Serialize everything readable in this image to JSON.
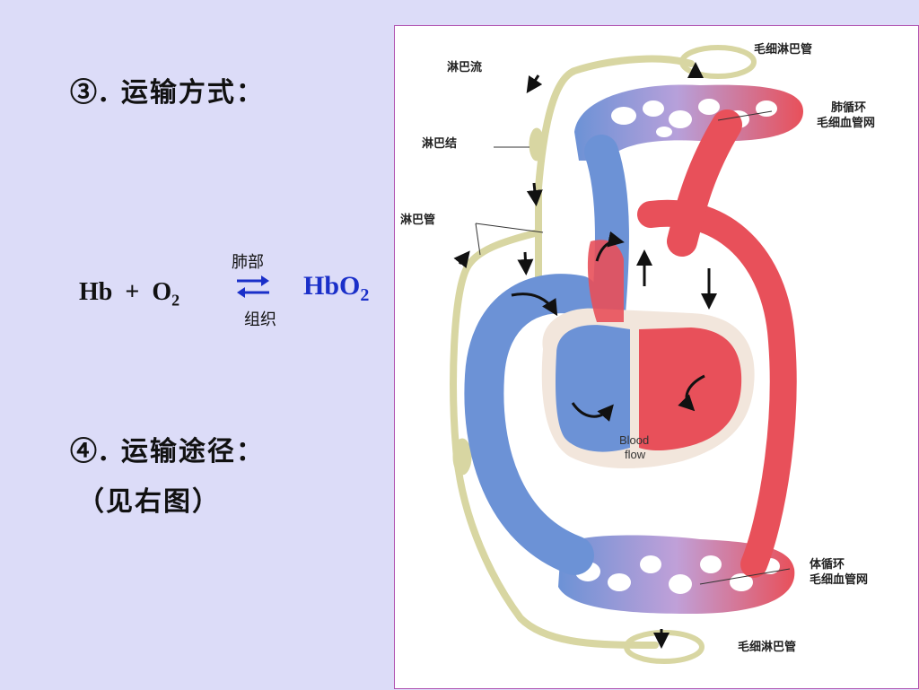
{
  "left": {
    "heading3": "③. 运输方式：",
    "equation": {
      "hb": "Hb",
      "plus": "+",
      "o": "O",
      "o_sub": "2",
      "product": "HbO",
      "product_sub": "2",
      "cond_top": "肺部",
      "cond_bottom": "组织"
    },
    "heading4": "④. 运输途径：",
    "note": "（见右图）"
  },
  "figure": {
    "labels": {
      "lymph_flow": "淋巴流",
      "lymph_node": "淋巴结",
      "lymph_vessel": "淋巴管",
      "lymph_cap_top": "毛细淋巴管",
      "pulm_line1": "肺循环",
      "pulm_line2": "毛细血管网",
      "sys_line1": "体循环",
      "sys_line2": "毛细血管网",
      "lymph_cap_bottom": "毛细淋巴管",
      "blood1": "Blood",
      "blood2": "flow"
    },
    "colors": {
      "artery": "#e8505a",
      "vein": "#6c92d6",
      "lymph": "#d8d6a2",
      "heading_product": "#1a2fc9"
    }
  }
}
